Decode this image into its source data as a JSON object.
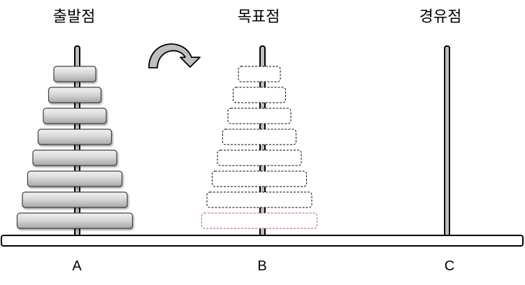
{
  "pegs": [
    {
      "title": "출발점",
      "letter": "A",
      "disks": 8,
      "style": "solid"
    },
    {
      "title": "목표점",
      "letter": "B",
      "disks": 8,
      "style": "dashed"
    },
    {
      "title": "경유점",
      "letter": "C",
      "disks": 0,
      "style": "none"
    }
  ],
  "colors": {
    "disk_fill_top": "#f2f2f2",
    "disk_fill_bottom": "#a6a6a6",
    "disk_stroke": "#404040",
    "ghost_stroke": "#000000",
    "ghost_highlight_stroke": "#c0504d",
    "peg_fill": "#bfbfbf",
    "peg_stroke": "#000000",
    "arrow_fill": "#bfbfbf"
  },
  "icons": {
    "move_arrow": "curved-arrow-right-icon"
  }
}
